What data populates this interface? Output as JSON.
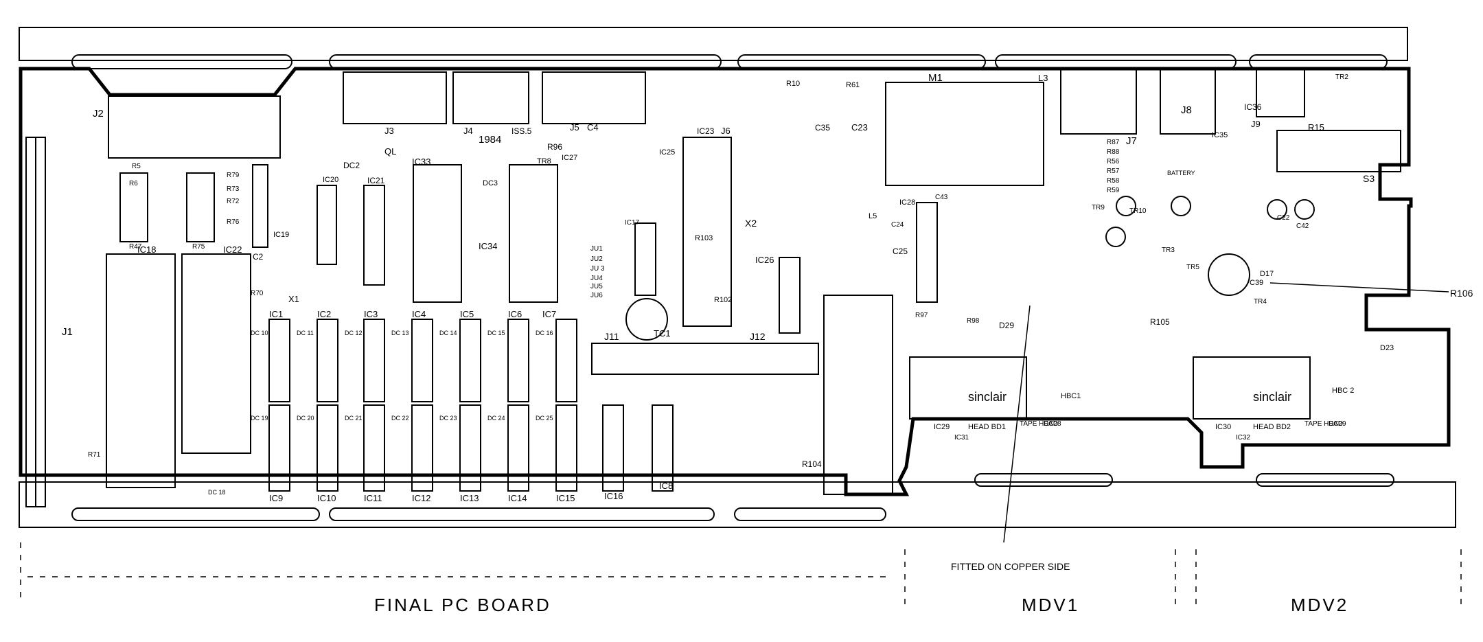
{
  "title": "FINAL PC BOARD",
  "sections": {
    "main": "FINAL PC BOARD",
    "mdv1": "MDV1",
    "mdv2": "MDV2"
  },
  "callouts": {
    "fitted": "FITTED ON COPPER SIDE",
    "r106": "R106"
  },
  "year": "1984",
  "brand": "sinclair",
  "connectors": {
    "j1": "J1",
    "j2": "J2",
    "j3": "J3",
    "j4": "J4",
    "j5": "J5",
    "j6": "J6",
    "j7": "J7",
    "j8": "J8",
    "j9": "J9",
    "j11": "J11",
    "j12": "J12",
    "ql": "QL",
    "iss": "ISS.5",
    "m1": "M1",
    "s3": "S3",
    "x1": "X1",
    "x2": "X2"
  },
  "ics_top": [
    "IC18",
    "IC22",
    "IC33",
    "IC34",
    "IC21",
    "IC19",
    "IC20",
    "IC23",
    "IC25",
    "IC26",
    "IC27",
    "IC28",
    "IC35",
    "IC36",
    "IC17",
    "IC8",
    "IC16"
  ],
  "ics_row": [
    "IC1",
    "IC2",
    "IC3",
    "IC4",
    "IC5",
    "IC6",
    "IC7"
  ],
  "ics_bottom": [
    "IC9",
    "IC10",
    "IC11",
    "IC12",
    "IC13",
    "IC14",
    "IC15"
  ],
  "mdv_chips": {
    "ic29": "IC29",
    "ic30": "IC30",
    "ic31": "IC31",
    "ic32": "IC32",
    "hbc1": "HBC1",
    "hbc2": "HBC 2",
    "head1": "HEAD BD1",
    "head2": "HEAD BD2",
    "tape1": "TAPE HEAD",
    "tape2": "TAPE HEAD",
    "dc28": "DC28",
    "dc29": "DC29"
  },
  "misc": {
    "tc1": "TC1",
    "dc2": "DC2",
    "dc3": "DC3",
    "dc18": "DC 18",
    "d29": "D29",
    "d23": "D23",
    "d17": "D17",
    "r105": "R105",
    "r104": "R104",
    "r103": "R103",
    "r102": "R102",
    "r96": "R96",
    "r97": "R97",
    "r98": "R98",
    "r47": "R47",
    "r75": "R75",
    "r6": "R6",
    "r5": "R5",
    "r70": "R70",
    "r71": "R71",
    "r15": "R15",
    "r10": "R10",
    "r61": "R61",
    "c2": "C2",
    "c4": "C4",
    "c23": "C23",
    "c35": "C35",
    "c24": "C24",
    "c25": "C25",
    "c43": "C43",
    "c39": "C39",
    "c42": "C42",
    "c22": "C22",
    "l3": "L3",
    "l5": "L5",
    "battery": "BATTERY",
    "tr2": "TR2",
    "tr3": "TR3",
    "tr4": "TR4",
    "tr5": "TR5",
    "tr8": "TR8",
    "tr9": "TR9",
    "tr10": "TR10",
    "ju1": "JU1",
    "ju2": "JU2",
    "ju3": "JU 3",
    "ju4": "JU4",
    "ju5": "JU5",
    "ju6": "JU6",
    "dc_row_top": [
      "DC 10",
      "DC 11",
      "DC 12",
      "DC 13",
      "DC 14",
      "DC 15",
      "DC 16"
    ],
    "dc_row_bot": [
      "DC 19",
      "DC 20",
      "DC 21",
      "DC 22",
      "DC 23",
      "DC 24",
      "DC 25"
    ]
  },
  "resistor_column_mdv": [
    "R87",
    "R88",
    "R56",
    "R57",
    "R58",
    "R59"
  ],
  "resistor_column_left": [
    "R79",
    "R73",
    "R72",
    "R76"
  ],
  "colors": {
    "ink": "#000000",
    "paper": "#ffffff"
  }
}
